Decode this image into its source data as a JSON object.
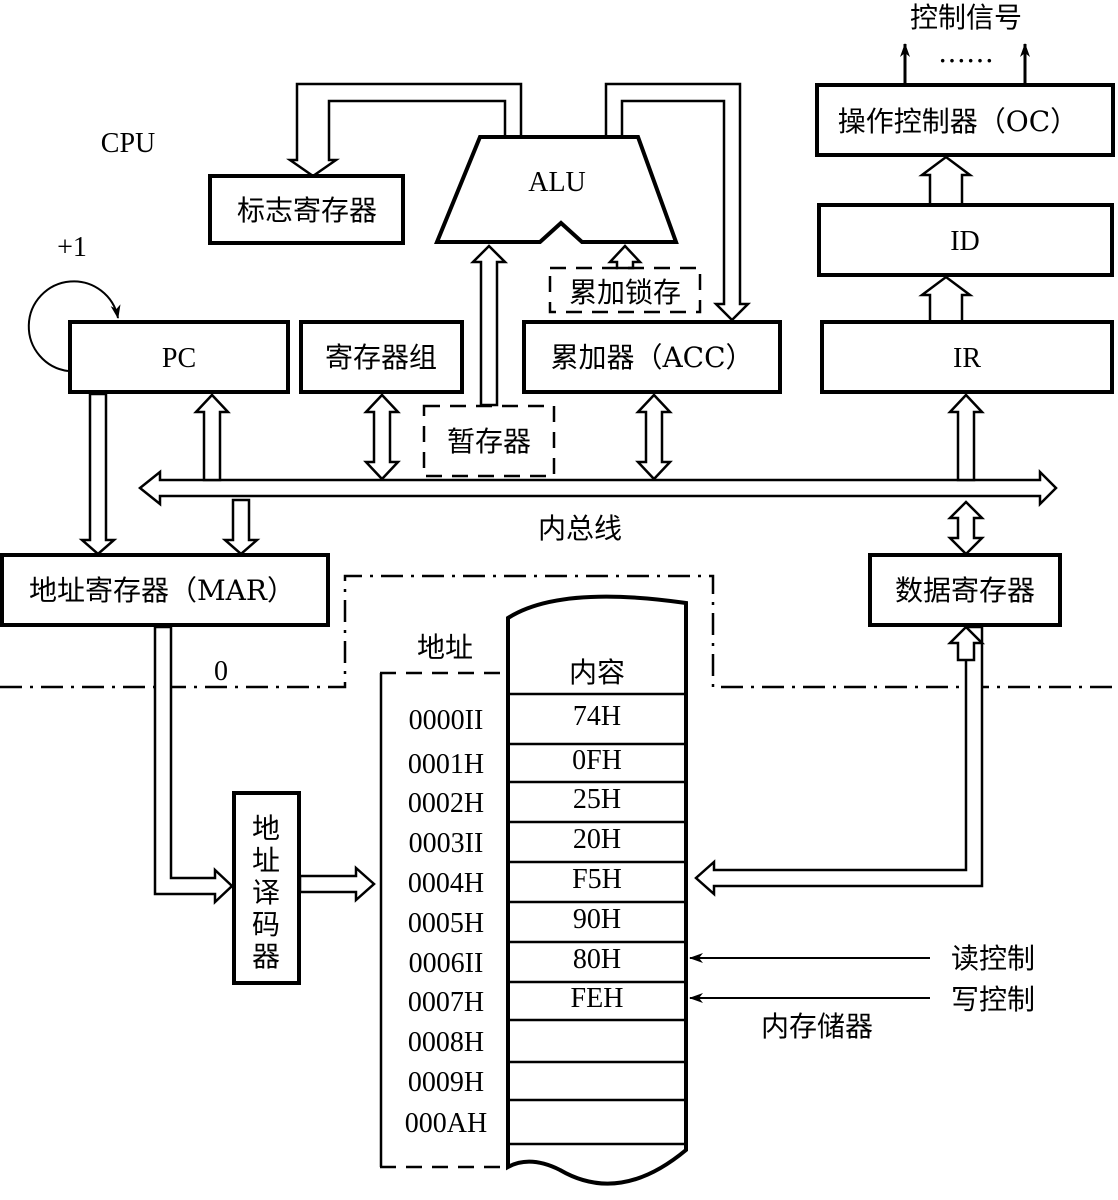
{
  "title": "CPU 与内存储器结构示意图",
  "cpu_label": "CPU",
  "control_signals": {
    "label": "控制信号",
    "ellipsis": "……"
  },
  "components": {
    "oc": "操作控制器（OC）",
    "id": "ID",
    "ir": "IR",
    "flag_register": "标志寄存器",
    "alu": "ALU",
    "acc_latch": "累加锁存",
    "acc": "累加器（ACC）",
    "pc": "PC",
    "pc_increment": "+1",
    "register_group": "寄存器组",
    "temp_register": "暂存器",
    "internal_bus": "内总线",
    "mar": "地址寄存器（MAR）",
    "mdr": "数据寄存器",
    "address_decoder": [
      "地",
      "址",
      "译",
      "码",
      "器"
    ],
    "boundary_zero": "0"
  },
  "memory": {
    "address_header": "地址",
    "content_header": "内容",
    "label": "内存储器",
    "read_control": "读控制",
    "write_control": "写控制",
    "rows": [
      {
        "address": "0000II",
        "content": "74H"
      },
      {
        "address": "0001H",
        "content": "0FH"
      },
      {
        "address": "0002H",
        "content": "25H"
      },
      {
        "address": "0003II",
        "content": "20H"
      },
      {
        "address": "0004H",
        "content": "F5H"
      },
      {
        "address": "0005H",
        "content": "90H"
      },
      {
        "address": "0006II",
        "content": "80H"
      },
      {
        "address": "0007H",
        "content": "FEH"
      },
      {
        "address": "0008H",
        "content": ""
      },
      {
        "address": "0009H",
        "content": ""
      },
      {
        "address": "000AH",
        "content": ""
      }
    ]
  }
}
